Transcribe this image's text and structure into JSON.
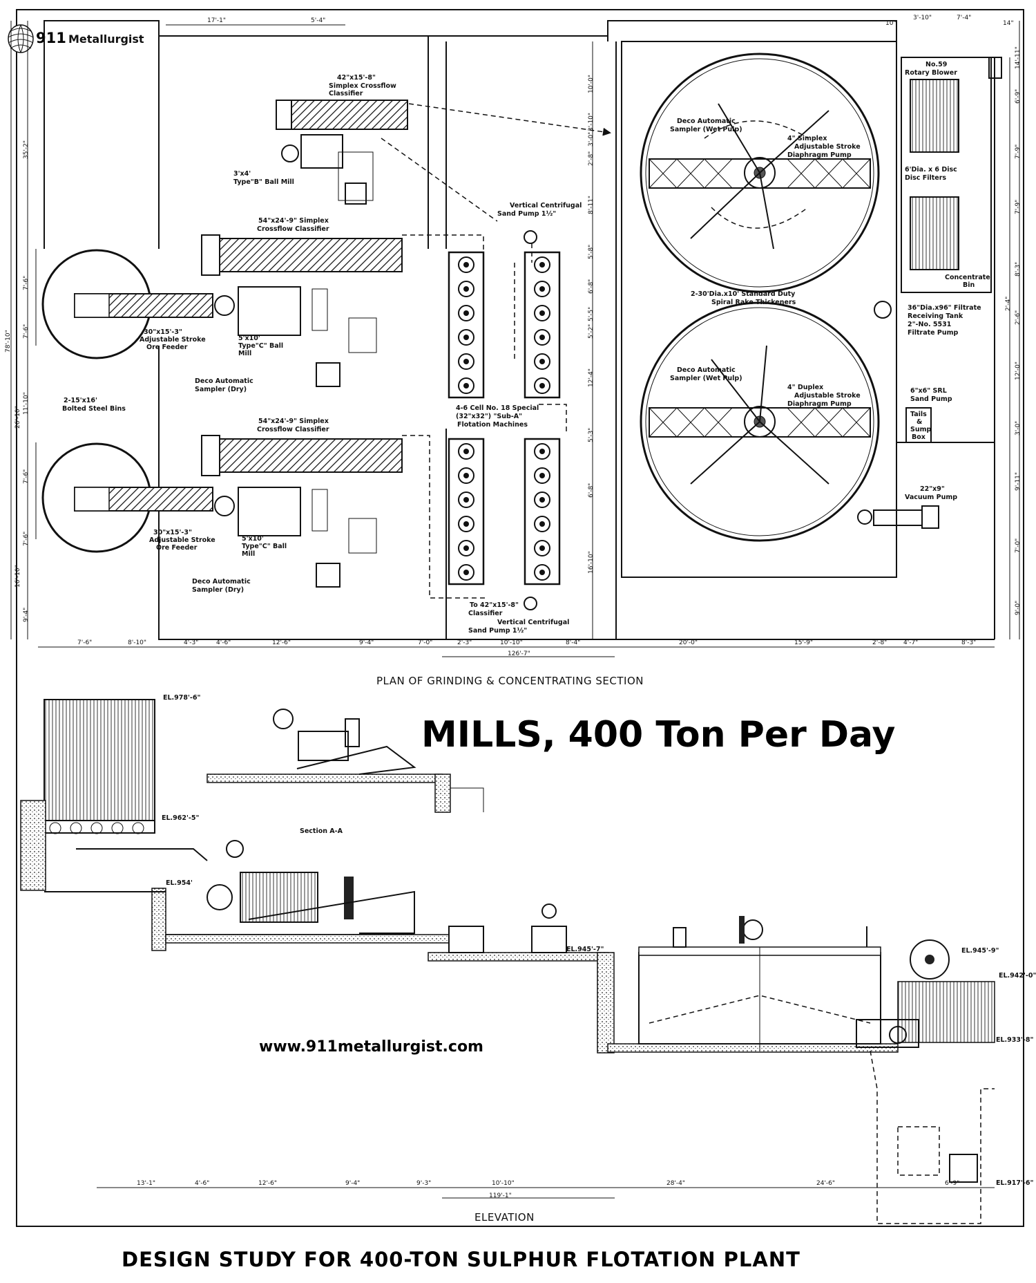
{
  "logo": {
    "brand": "911",
    "name": "Metallurgist",
    "icon": "striped-globe-icon"
  },
  "headline": "MILLS, 400 Ton Per Day",
  "watermark_url": "www.911metallurgist.com",
  "plan": {
    "caption": "PLAN OF GRINDING & CONCENTRATING SECTION",
    "labels": {
      "classifier_42": [
        "42\"x15'-8\"",
        "Simplex Crossflow",
        "Classifier"
      ],
      "ball_mill_b": [
        "3'x4'",
        "Type\"B\" Ball Mill"
      ],
      "classifier_54_top": [
        "54\"x24'-9\"   Simplex",
        "Crossflow Classifier"
      ],
      "classifier_54_bottom": [
        "54\"x24'-9\"   Simplex",
        "Crossflow Classifier"
      ],
      "pump_top": [
        "Vertical Centrifugal",
        "Sand Pump 1½\""
      ],
      "pump_bottom": [
        "Vertical Centrifugal",
        "Sand Pump 1½\""
      ],
      "to_classifier": [
        "To 42\"x15'-8\"",
        "Classifier"
      ],
      "feeder_top": [
        "30\"x15'-3\"",
        "Adjustable Stroke",
        "Ore Feeder"
      ],
      "feeder_bottom": [
        "30\"x15'-3\"",
        "Adjustable Stroke",
        "Ore Feeder"
      ],
      "ball_mill_c_top": [
        "5'x10'",
        "Type\"C\" Ball",
        "Mill"
      ],
      "ball_mill_c_bottom": [
        "5'x10'",
        "Type\"C\" Ball",
        "Mill"
      ],
      "sampler_dry_top": [
        "Deco Automatic",
        "Sampler (Dry)"
      ],
      "sampler_dry_bottom": [
        "Deco Automatic",
        "Sampler (Dry)"
      ],
      "bins": [
        "2-15'x16'",
        "Bolted Steel Bins"
      ],
      "flotation": [
        "4-6 Cell No. 18 Special",
        "(32\"x32\")      \"Sub-A\"",
        "Flotation Machines"
      ],
      "sampler_wet_top": [
        "Deco Automatic",
        "Sampler (Wet Pulp)"
      ],
      "sampler_wet_bottom": [
        "Deco Automatic",
        "Sampler (Wet Pulp)"
      ],
      "diaphragm_simplex": [
        "4\"     Simplex",
        "Adjustable Stroke",
        "Diaphragm Pump"
      ],
      "diaphragm_duplex": [
        "4\"      Duplex",
        "Adjustable Stroke",
        "Diaphragm Pump"
      ],
      "thickeners": [
        "2-30'Dia.x10'      Standard Duty",
        "Spiral Rake Thickeners"
      ],
      "blower": [
        "No.59",
        "Rotary Blower"
      ],
      "disc_filters": [
        "6'Dia. x 6 Disc",
        "Disc Filters"
      ],
      "concentrate_bin": [
        "Concentrate",
        "Bin"
      ],
      "filtrate_tank": [
        "36\"Dia.x96\" Filtrate",
        "Receiving Tank",
        "2\"-No. 5531",
        "Filtrate Pump"
      ],
      "srl_pump": [
        "6\"x6\" SRL",
        "Sand Pump"
      ],
      "tails_box": [
        "Tails",
        "&",
        "Sump",
        "Box"
      ],
      "vacuum_pump": [
        "22\"x9\"",
        "Vacuum Pump"
      ]
    },
    "dims_top": [
      "17'-1\"",
      "5'-4\"",
      "10\"",
      "3'-10\"",
      "7'-4\"",
      "14\""
    ],
    "dims_bottom": [
      "7'-6\"",
      "8'-10\"",
      "4'-3\"",
      "4'-6\"",
      "12'-6\"",
      "9'-4\"",
      "7'-0\"",
      "2'-3\"",
      "10'-10\"",
      "8'-4\"",
      "20'-0\"",
      "15'-9\"",
      "2'-8\"",
      "4'-7\"",
      "8'-3\""
    ],
    "overall_width": "126'-7\"",
    "dims_left": [
      "35'-2\"",
      "7'-6\"",
      "7'-6\"",
      "26'-10\"",
      "11'-10\"",
      "7'-6\"",
      "7'-6\"",
      "16'-10\"",
      "9'-4\""
    ],
    "overall_height": "78'-10\"",
    "dims_right": [
      "14'-11\"",
      "6'-9\"",
      "7'-9\"",
      "7'-9\"",
      "8'-3\"",
      "2'-6\"",
      "2'-4\"",
      "12'-0\"",
      "3'-0\"",
      "9'-11\"",
      "7'-0\"",
      "9'-0\""
    ],
    "dims_mid": [
      "10'-0\"",
      "3'-10\"",
      "3'-0\"",
      "2'-8\"",
      "8'-11\"",
      "5'-8\"",
      "6'-8\"",
      "5'-5\"",
      "5'-2\"",
      "12'-4\"",
      "5'-3\"",
      "6'-8\"",
      "16'-10\""
    ]
  },
  "elevation": {
    "caption": "ELEVATION",
    "section_label": "Section A-A",
    "levels": [
      "EL.978'-6\"",
      "EL.962'-5\"",
      "EL.954'",
      "EL.945'-7\"",
      "EL.945'-9\"",
      "EL.942'-0\"",
      "EL.933'-8\"",
      "EL.917'-6\""
    ],
    "dims_bottom": [
      "13'-1\"",
      "4'-6\"",
      "12'-6\"",
      "9'-4\"",
      "9'-3\"",
      "10'-10\"",
      "28'-4\"",
      "24'-6\"",
      "6'-9\""
    ],
    "overall": "119'-1\""
  },
  "footer_title": "DESIGN STUDY FOR 400-TON SULPHUR FLOTATION PLANT"
}
